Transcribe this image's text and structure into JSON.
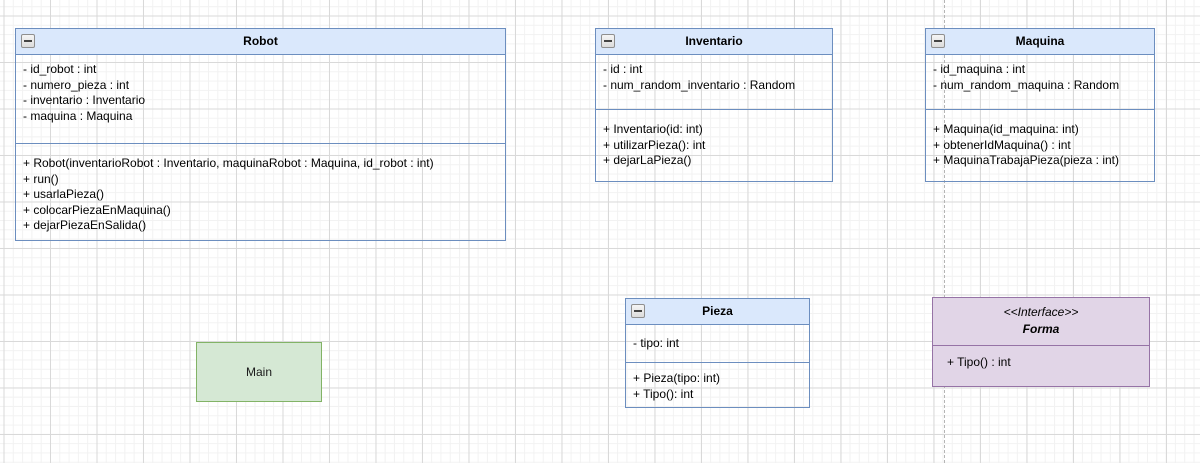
{
  "diagram": {
    "classes": {
      "robot": {
        "title": "Robot",
        "attributes": [
          "- id_robot : int",
          "- numero_pieza : int",
          "- inventario : Inventario",
          "- maquina : Maquina"
        ],
        "methods": [
          "+ Robot(inventarioRobot : Inventario, maquinaRobot : Maquina, id_robot : int)",
          "+ run()",
          "+ usarlaPieza()",
          "+ colocarPiezaEnMaquina()",
          "+ dejarPiezaEnSalida()"
        ]
      },
      "inventario": {
        "title": "Inventario",
        "attributes": [
          "- id : int",
          "- num_random_inventario : Random"
        ],
        "methods": [
          "+ Inventario(id: int)",
          "+ utilizarPieza(): int",
          "+ dejarLaPieza()"
        ]
      },
      "maquina": {
        "title": "Maquina",
        "attributes": [
          "- id_maquina : int",
          "- num_random_maquina : Random"
        ],
        "methods": [
          "+ Maquina(id_maquina: int)",
          "+ obtenerIdMaquina() : int",
          "+ MaquinaTrabajaPieza(pieza : int)"
        ]
      },
      "pieza": {
        "title": "Pieza",
        "attributes": [
          "- tipo: int"
        ],
        "methods": [
          "+ Pieza(tipo: int)",
          "+ Tipo(): int"
        ]
      }
    },
    "interface_forma": {
      "stereotype": "<<Interface>>",
      "title": "Forma",
      "methods": [
        "+ Tipo() : int"
      ]
    },
    "main_box": {
      "label": "Main"
    },
    "colors": {
      "class_header_fill": "#dae8fc",
      "class_border": "#6c8ebf",
      "interface_fill": "#e1d5e7",
      "interface_border": "#9673a6",
      "main_fill": "#d5e8d4",
      "main_border": "#82b366",
      "grid_minor": "#f2f2f2",
      "grid_major": "#d9d9d9",
      "page_boundary_dash": "#b5b5b5"
    }
  }
}
